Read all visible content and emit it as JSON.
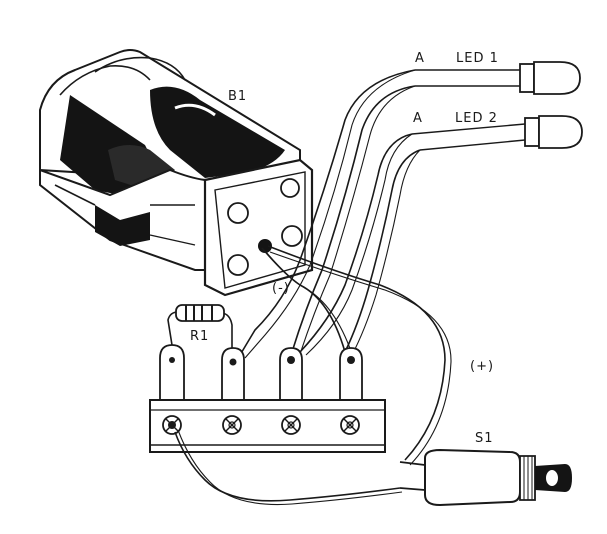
{
  "diagram": {
    "labels": {
      "battery": "B1",
      "led1_anode": "A",
      "led1": "LED 1",
      "led2_anode": "A",
      "led2": "LED 2",
      "minus": "(-)",
      "resistor": "R1",
      "plus": "(+)",
      "switch": "S1"
    },
    "colors": {
      "ink": "#1a1a1a",
      "paper": "#ffffff"
    }
  }
}
